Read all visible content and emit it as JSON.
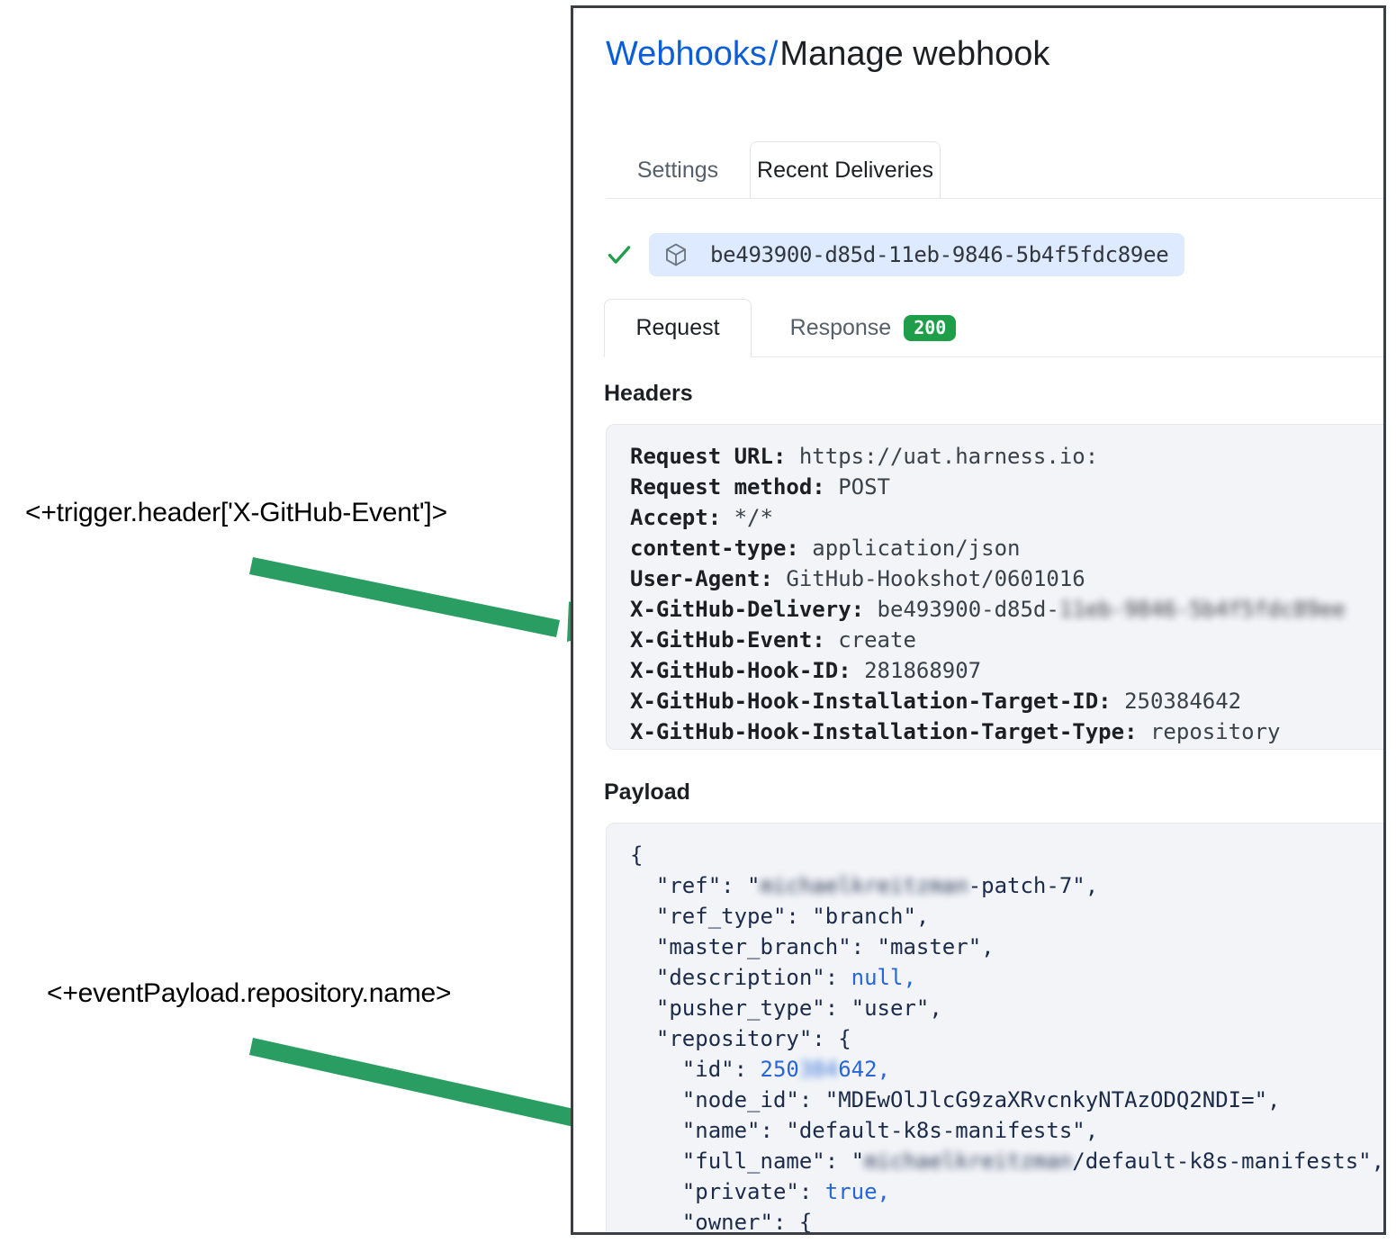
{
  "annotations": [
    {
      "id": "trigger-header",
      "text": "<+trigger.header['X-GitHub-Event']>"
    },
    {
      "id": "event-payload-repo-name",
      "text": "<+eventPayload.repository.name>"
    }
  ],
  "colors": {
    "arrow_green": "#2a9d62",
    "link_blue": "#0b5ed7",
    "badge_green": "#1f9e4a",
    "chip_blue_bg": "#ddeaff",
    "code_bg": "#f2f4f8",
    "panel_border": "#3b3f44"
  },
  "panel": {
    "title": {
      "link": "Webhooks",
      "separator": "/",
      "current": "Manage webhook"
    },
    "outer_tabs": [
      {
        "label": "Settings",
        "active": false
      },
      {
        "label": "Recent Deliveries",
        "active": true
      }
    ],
    "delivery": {
      "status_icon": "check-icon",
      "package_icon": "package-icon",
      "guid": "be493900-d85d-11eb-9846-5b4f5fdc89ee"
    },
    "request_tabs": [
      {
        "label": "Request",
        "active": true
      },
      {
        "label": "Response",
        "active": false,
        "badge": "200"
      }
    ],
    "headers_section": {
      "heading": "Headers",
      "lines": [
        {
          "key": "Request URL:",
          "value": "https://uat.harness.io:"
        },
        {
          "key": "Request method:",
          "value": "POST"
        },
        {
          "key": "Accept:",
          "value": "*/*"
        },
        {
          "key": "content-type:",
          "value": "application/json"
        },
        {
          "key": "User-Agent:",
          "value": "GitHub-Hookshot/0601016"
        },
        {
          "key": "X-GitHub-Delivery:",
          "value": "be493900-d85d-",
          "redacted": "11eb-9846-5b4f5fdc89ee"
        },
        {
          "key": "X-GitHub-Event:",
          "value": "create"
        },
        {
          "key": "X-GitHub-Hook-ID:",
          "value": "281868907"
        },
        {
          "key": "X-GitHub-Hook-Installation-Target-ID:",
          "value": "250384642"
        },
        {
          "key": "X-GitHub-Hook-Installation-Target-Type:",
          "value": "repository"
        }
      ]
    },
    "payload_section": {
      "heading": "Payload",
      "lines": [
        {
          "indent": 0,
          "text": "{"
        },
        {
          "indent": 1,
          "key": "\"ref\"",
          "value_prefix": "\"",
          "redacted": "michaelkreitzman",
          "value_suffix": "-patch-7\",",
          "type": "str"
        },
        {
          "indent": 1,
          "key": "\"ref_type\"",
          "value": "\"branch\",",
          "type": "str"
        },
        {
          "indent": 1,
          "key": "\"master_branch\"",
          "value": "\"master\",",
          "type": "str"
        },
        {
          "indent": 1,
          "key": "\"description\"",
          "value": "null,",
          "type": "lit"
        },
        {
          "indent": 1,
          "key": "\"pusher_type\"",
          "value": "\"user\",",
          "type": "str"
        },
        {
          "indent": 1,
          "key": "\"repository\"",
          "value": "{",
          "type": "punc"
        },
        {
          "indent": 2,
          "key": "\"id\"",
          "value_prefix": "250",
          "redacted": "384",
          "value_suffix": "642,",
          "type": "num"
        },
        {
          "indent": 2,
          "key": "\"node_id\"",
          "value": "\"MDEwOlJlcG9zaXRvcnkyNTAzODQ2NDI=\",",
          "type": "str"
        },
        {
          "indent": 2,
          "key": "\"name\"",
          "value": "\"default-k8s-manifests\",",
          "type": "str"
        },
        {
          "indent": 2,
          "key": "\"full_name\"",
          "value_prefix": "\"",
          "redacted": "michaelkreitzman",
          "value_suffix": "/default-k8s-manifests\",",
          "type": "str"
        },
        {
          "indent": 2,
          "key": "\"private\"",
          "value": "true,",
          "type": "lit"
        },
        {
          "indent": 2,
          "key": "\"owner\"",
          "value": "{",
          "type": "punc"
        }
      ]
    }
  }
}
